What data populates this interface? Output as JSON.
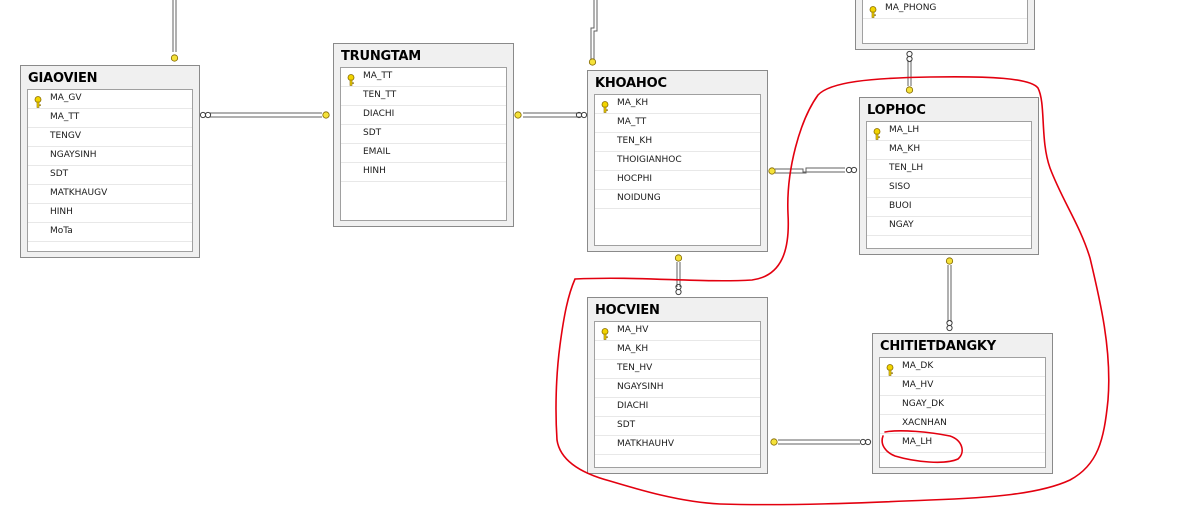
{
  "tables": {
    "giaovien": {
      "title": "GIAOVIEN",
      "columns": [
        {
          "name": "MA_GV",
          "pk": true
        },
        {
          "name": "MA_TT"
        },
        {
          "name": "TENGV"
        },
        {
          "name": "NGAYSINH"
        },
        {
          "name": "SDT"
        },
        {
          "name": "MATKHAUGV"
        },
        {
          "name": "HINH"
        },
        {
          "name": "MoTa"
        }
      ]
    },
    "trungtam": {
      "title": "TRUNGTAM",
      "columns": [
        {
          "name": "MA_TT",
          "pk": true
        },
        {
          "name": "TEN_TT"
        },
        {
          "name": "DIACHI"
        },
        {
          "name": "SDT"
        },
        {
          "name": "EMAIL"
        },
        {
          "name": "HINH"
        }
      ]
    },
    "khoahoc": {
      "title": "KHOAHOC",
      "columns": [
        {
          "name": "MA_KH",
          "pk": true
        },
        {
          "name": "MA_TT"
        },
        {
          "name": "TEN_KH"
        },
        {
          "name": "THOIGIANHOC"
        },
        {
          "name": "HOCPHI"
        },
        {
          "name": "NOIDUNG"
        }
      ]
    },
    "phong": {
      "title": "",
      "columns": [
        {
          "name": "MA_PHONG",
          "pk": true
        }
      ]
    },
    "lophoc": {
      "title": "LOPHOC",
      "columns": [
        {
          "name": "MA_LH",
          "pk": true
        },
        {
          "name": "MA_KH"
        },
        {
          "name": "TEN_LH"
        },
        {
          "name": "SISO"
        },
        {
          "name": "BUOI"
        },
        {
          "name": "NGAY"
        }
      ]
    },
    "hocvien": {
      "title": "HOCVIEN",
      "columns": [
        {
          "name": "MA_HV",
          "pk": true
        },
        {
          "name": "MA_KH"
        },
        {
          "name": "TEN_HV"
        },
        {
          "name": "NGAYSINH"
        },
        {
          "name": "DIACHI"
        },
        {
          "name": "SDT"
        },
        {
          "name": "MATKHAUHV"
        }
      ]
    },
    "chitietdangky": {
      "title": "CHITIETDANGKY",
      "columns": [
        {
          "name": "MA_DK",
          "pk": true
        },
        {
          "name": "MA_HV"
        },
        {
          "name": "NGAY_DK"
        },
        {
          "name": "XACNHAN"
        },
        {
          "name": "MA_LH"
        }
      ]
    }
  },
  "colors": {
    "annotation": "#e3000f",
    "key": "#e8c400",
    "line": "#555555"
  }
}
